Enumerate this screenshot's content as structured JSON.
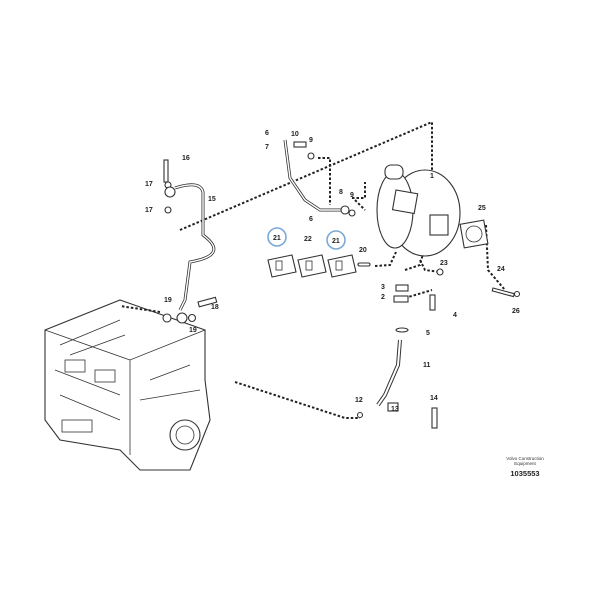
{
  "diagram": {
    "brand_line1": "Volvo Construction",
    "brand_line2": "Equipment",
    "document_number": "1035553",
    "highlight_color": "#7aa9d6",
    "callouts": [
      "1",
      "2",
      "3",
      "4",
      "5",
      "6",
      "6",
      "7",
      "8",
      "9",
      "9",
      "10",
      "11",
      "12",
      "13",
      "14",
      "15",
      "16",
      "17",
      "17",
      "18",
      "19",
      "19",
      "20",
      "21",
      "22",
      "21",
      "23",
      "24",
      "25",
      "26"
    ]
  }
}
